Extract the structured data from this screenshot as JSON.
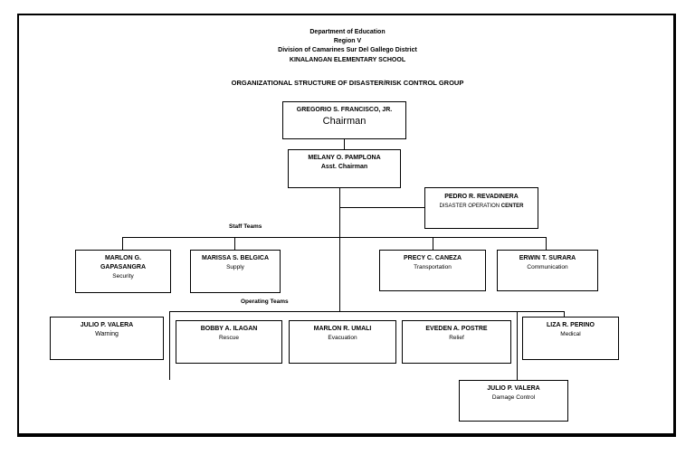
{
  "header": {
    "lines": [
      "Department of Education",
      "Region V",
      "Division of Camarines Sur Del Gallego District",
      "KINALANGAN ELEMENTARY SCHOOL"
    ]
  },
  "title": "ORGANIZATIONAL STRUCTURE OF DISASTER/RISK CONTROL GROUP",
  "labels": {
    "staff_teams": "Staff Teams",
    "operating_teams": "Operating Teams"
  },
  "nodes": {
    "chairman": {
      "name": "GREGORIO S. FRANCISCO, JR.",
      "role": "Chairman"
    },
    "asst_chairman": {
      "name": "MELANY O. PAMPLONA",
      "role": "Asst. Chairman"
    },
    "doc": {
      "name": "PEDRO R. REVADINERA",
      "role_a": "DISASTER OPERATION",
      "role_b": "CENTER"
    },
    "security": {
      "name": "MARLON G. GAPASANGRA",
      "role": "Security"
    },
    "supply": {
      "name": "MARISSA S. BELGICA",
      "role": "Supply"
    },
    "transportation": {
      "name": "PRECY C. CANEZA",
      "role": "Transportation"
    },
    "communication": {
      "name": "ERWIN T. SURARA",
      "role": "Communication"
    },
    "warning": {
      "name": "JULIO P. VALERA",
      "role": "Warning"
    },
    "rescue": {
      "name": "BOBBY A. ILAGAN",
      "role": "Rescue"
    },
    "evacuation": {
      "name": "MARLON R. UMALI",
      "role": "Evacuation"
    },
    "relief": {
      "name": "EVEDEN A. POSTRE",
      "role": "Relief"
    },
    "medical": {
      "name": "LIZA R. PERINO",
      "role": "Medical"
    },
    "damage_control": {
      "name": "JULIO P. VALERA",
      "role": "Damage Control"
    }
  }
}
